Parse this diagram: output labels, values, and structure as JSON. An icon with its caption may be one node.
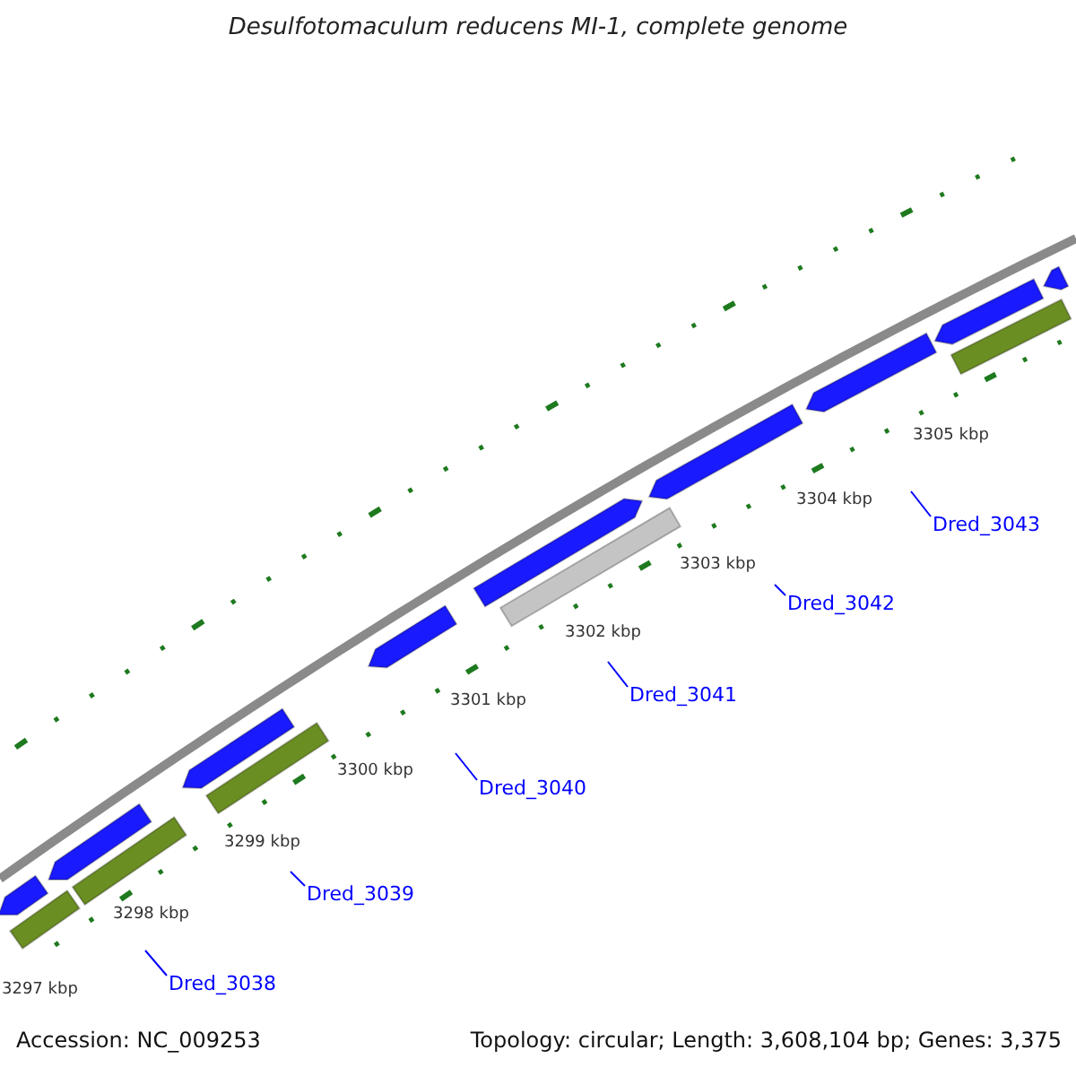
{
  "diagram": {
    "title": "Desulfotomaculum reducens MI-1, complete genome",
    "nodes": [
      {
        "text": [
          "Dred_3038"
        ]
      },
      {
        "text": [
          "Dred_3039"
        ]
      },
      {
        "text": [
          "Dred_3040"
        ]
      },
      {
        "text": [
          "Dred_3041"
        ]
      },
      {
        "text": [
          "Dred_3042"
        ]
      },
      {
        "text": [
          "Dred_3043"
        ]
      }
    ],
    "edges": [
      {
        "from": 0,
        "to": null,
        "arrow": "none"
      },
      {
        "from": 1,
        "to": null,
        "arrow": "none"
      },
      {
        "from": 2,
        "to": null,
        "arrow": "none"
      },
      {
        "from": 3,
        "to": null,
        "arrow": "none"
      },
      {
        "from": 4,
        "to": null,
        "arrow": "none"
      },
      {
        "from": 5,
        "to": null,
        "arrow": "none"
      }
    ],
    "labels": [
      "3305 kbp",
      "3304 kbp",
      "3303 kbp",
      "3302 kbp",
      "3301 kbp",
      "3300 kbp",
      "3299 kbp",
      "3298 kbp",
      "3297 kbp",
      "Accession: NC_009253",
      "Topology: circular; Length: 3,608,104 bp; Genes: 3,375"
    ]
  }
}
